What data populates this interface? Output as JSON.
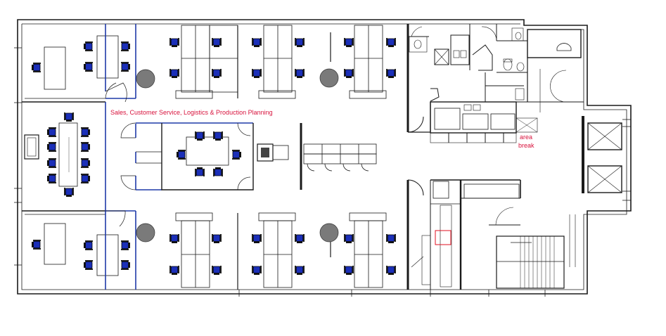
{
  "labels": {
    "department_zone": "Sales, Customer Service, Logistics & Production Planning",
    "break_area_line1": "area",
    "break_area_line2": "break"
  },
  "colors": {
    "wall": "#1a1a1a",
    "glass_partition": "#1f3aa8",
    "chair_seat": "#1b2fb8",
    "column": "#7a7a7a",
    "label_text": "#d8123c",
    "highlight_box": "#e01020"
  },
  "icons": [
    "office-chair-icon",
    "structural-column-icon",
    "toilet-icon",
    "sink-icon",
    "elevator-icon",
    "stair-icon",
    "door-swing-icon",
    "plant-icon"
  ]
}
